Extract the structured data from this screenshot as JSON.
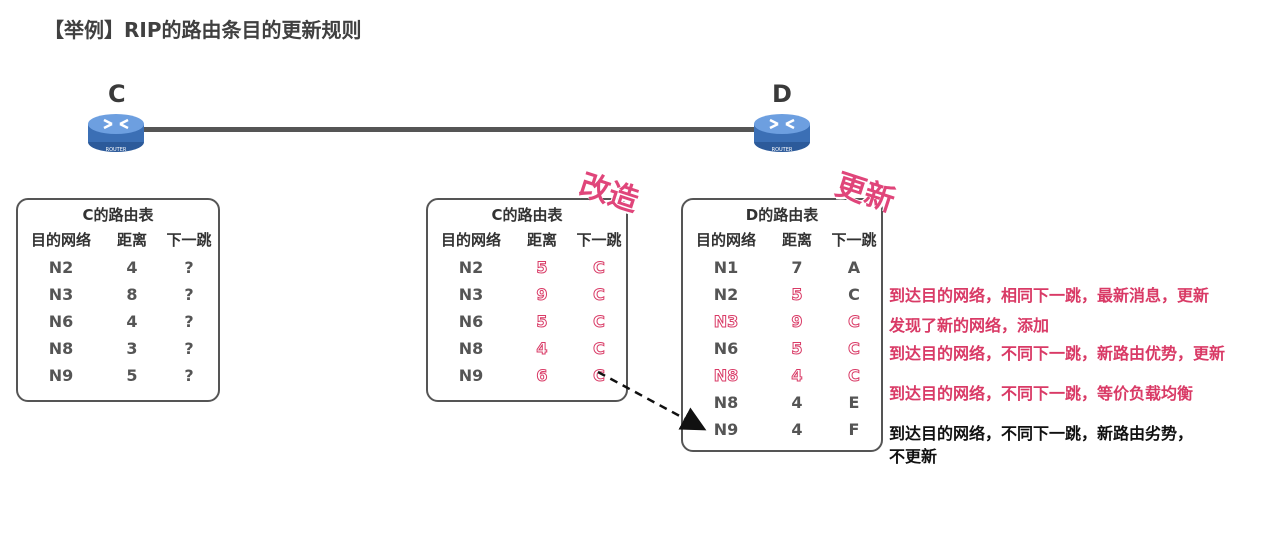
{
  "title": "【举例】RIP的路由条目的更新规则",
  "nodes": {
    "c": "C",
    "d": "D",
    "router_text": "ROUTER"
  },
  "stamps": {
    "modify": "改造",
    "update": "更新"
  },
  "columns": {
    "dest": "目的网络",
    "dist": "距离",
    "next": "下一跳"
  },
  "table_c": {
    "caption": "C的路由表",
    "rows": [
      {
        "dest": "N2",
        "dist": "4",
        "next": "?"
      },
      {
        "dest": "N3",
        "dist": "8",
        "next": "?"
      },
      {
        "dest": "N6",
        "dist": "4",
        "next": "?"
      },
      {
        "dest": "N8",
        "dist": "3",
        "next": "?"
      },
      {
        "dest": "N9",
        "dist": "5",
        "next": "?"
      }
    ]
  },
  "table_c_mod": {
    "caption": "C的路由表",
    "rows": [
      {
        "dest": "N2",
        "dist": "5",
        "next": "C"
      },
      {
        "dest": "N3",
        "dist": "9",
        "next": "C"
      },
      {
        "dest": "N6",
        "dist": "5",
        "next": "C"
      },
      {
        "dest": "N8",
        "dist": "4",
        "next": "C"
      },
      {
        "dest": "N9",
        "dist": "6",
        "next": "C"
      }
    ]
  },
  "table_d": {
    "caption": "D的路由表",
    "rows": [
      {
        "dest": "N1",
        "dist": "7",
        "next": "A"
      },
      {
        "dest": "N2",
        "dist": "5",
        "next": "C"
      },
      {
        "dest": "N3",
        "dist": "9",
        "next": "C"
      },
      {
        "dest": "N6",
        "dist": "5",
        "next": "C"
      },
      {
        "dest": "N8",
        "dist": "4",
        "next": "C"
      },
      {
        "dest": "N8",
        "dist": "4",
        "next": "E"
      },
      {
        "dest": "N9",
        "dist": "4",
        "next": "F"
      }
    ]
  },
  "notes": {
    "n1": "到达目的网络，相同下一跳，最新消息，更新",
    "n2": "发现了新的网络，添加",
    "n3": "到达目的网络，不同下一跳，新路由优势，更新",
    "n4": "到达目的网络，不同下一跳，等价负载均衡",
    "n5a": "到达目的网络，不同下一跳，新路由劣势，",
    "n5b": "不更新"
  },
  "colors": {
    "accent": "#d93a66",
    "router": "#3b6fb5"
  }
}
